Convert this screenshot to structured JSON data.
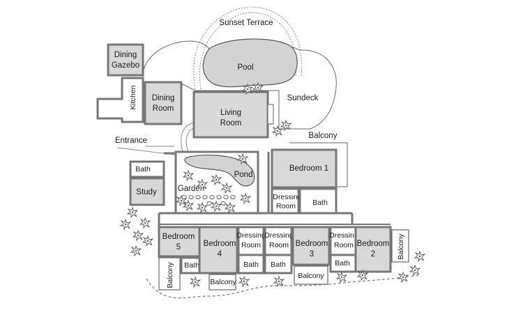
{
  "title": "",
  "areas": {
    "sunset_terrace": "Sunset Terrace",
    "pool": "Pool",
    "sundeck": "Sundeck",
    "dining_gazebo_l1": "Dining",
    "dining_gazebo_l2": "Gazebo",
    "kitchen": "Kitchen",
    "dining_room_l1": "Dining",
    "dining_room_l2": "Room",
    "living_room_l1": "Living",
    "living_room_l2": "Room",
    "balcony_top": "Balcony",
    "entrance": "Entrance",
    "bath_west": "Bath",
    "study": "Study",
    "garden": "Garden",
    "pond": "Pond",
    "bedroom1": "Bedroom 1",
    "dressing_room_1_l1": "Dressing",
    "dressing_room_1_l2": "Room",
    "bath_1": "Bath",
    "bedroom5_l1": "Bedroom",
    "bedroom5_l2": "5",
    "bath_5": "Bath",
    "balcony_5": "Balcony",
    "bedroom4_l1": "Bedroom",
    "bedroom4_l2": "4",
    "balcony_4": "Balcony",
    "dressing_a_l1": "Dressing",
    "dressing_a_l2": "Room",
    "bath_a": "Bath",
    "dressing_b_l1": "Dressing",
    "dressing_b_l2": "Room",
    "bath_b": "Bath",
    "bedroom3_l1": "Bedroom",
    "bedroom3_l2": "3",
    "balcony_3": "Balcony",
    "dressing_c_l1": "Dressing",
    "dressing_c_l2": "Room",
    "bath_c": "Bath",
    "bedroom2_l1": "Bedroom",
    "bedroom2_l2": "2",
    "balcony_2": "Balcony"
  },
  "colors": {
    "wall": "#777777",
    "room_fill": "#d9d9d9",
    "water_fill": "#d3d3d3",
    "outline": "#666666"
  },
  "icons": [
    "tree-icon",
    "bush-icon",
    "railing-icon"
  ]
}
